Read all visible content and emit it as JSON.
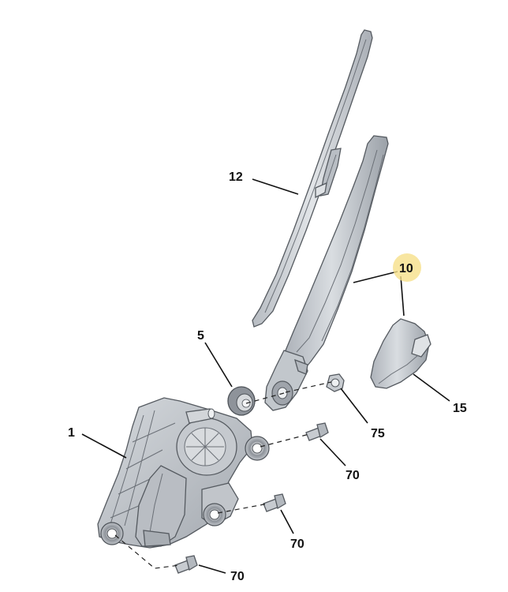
{
  "parts": {
    "wiper_blade": {
      "label": "12"
    },
    "wiper_arm": {
      "label": "10"
    },
    "arm_cap": {
      "label": "15"
    },
    "wiper_motor": {
      "label": "1"
    },
    "seal_grommet": {
      "label": "5"
    },
    "spindle_nut": {
      "label": "75"
    },
    "bolt_upper_right": {
      "label": "70"
    },
    "bolt_middle_right": {
      "label": "70"
    },
    "bolt_bottom": {
      "label": "70"
    }
  },
  "colors": {
    "part_fill": "#c9cdd2",
    "part_dark": "#9ea3aa",
    "part_light": "#e4e7ea",
    "highlight": "#f6e08a",
    "line": "#111111"
  }
}
